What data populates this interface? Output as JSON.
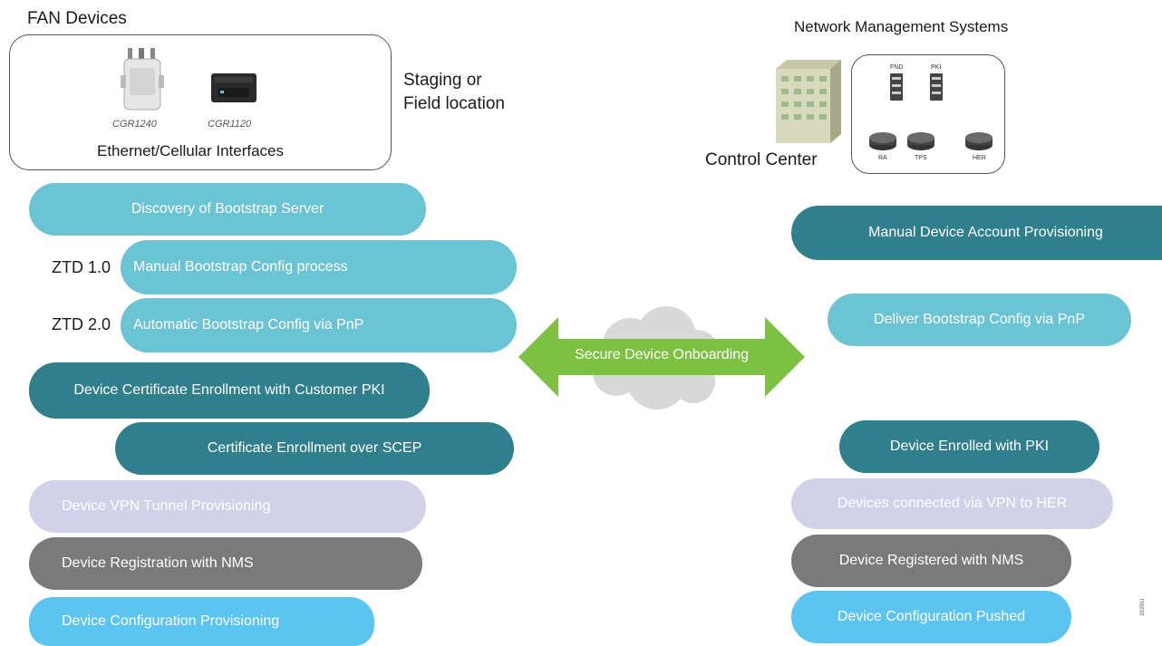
{
  "fan": {
    "title": "FAN Devices",
    "device1": "CGR1240",
    "device2": "CGR1120",
    "interfaces": "Ethernet/Cellular Interfaces",
    "staging_line1": "Staging or",
    "staging_line2": "Field location"
  },
  "nms": {
    "title": "Network Management Systems",
    "control_center": "Control Center",
    "labels": {
      "fnd": "FND",
      "pki": "PKI",
      "ra": "RA",
      "tps": "TPS",
      "her": "HER"
    }
  },
  "ztd": {
    "v1": "ZTD 1.0",
    "v2": "ZTD 2.0"
  },
  "left_steps": [
    "Discovery of Bootstrap Server",
    "Manual Bootstrap Config process",
    "Automatic Bootstrap Config via PnP",
    "Device Certificate Enrollment with Customer PKI",
    "Certificate Enrollment over SCEP",
    "Device VPN Tunnel Provisioning",
    "Device Registration with NMS",
    "Device Configuration Provisioning"
  ],
  "right_steps": [
    "Manual Device Account Provisioning",
    "Deliver Bootstrap Config via PnP",
    "Device Enrolled with PKI",
    "Devices connected via VPN to HER",
    "Device Registered with NMS",
    "Device Configuration Pushed"
  ],
  "center": {
    "arrow_label": "Secure Device Onboarding"
  },
  "figure_id": "383961",
  "colors": {
    "light_teal": "#6bc4d3",
    "dark_teal": "#2f7f8c",
    "lavender": "#d2d1ea",
    "gray": "#7a7a7a",
    "sky_blue": "#5cc4f0",
    "arrow_green": "#7dc142",
    "cloud_gray": "#d8d8d8"
  }
}
